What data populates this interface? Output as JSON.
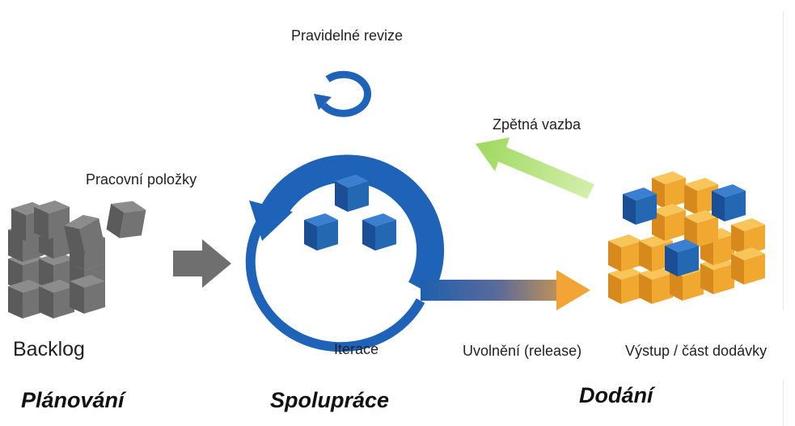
{
  "labels": {
    "reviews": "Pravidelné revize",
    "work_items": "Pracovní položky",
    "feedback": "Zpětná vazba",
    "backlog": "Backlog",
    "iteration": "Iterace",
    "release": "Uvolnění (release)",
    "output": "Výstup /  část dodávky"
  },
  "phases": {
    "planning": "Plánování",
    "collaboration": "Spolupráce",
    "delivery": "Dodání"
  },
  "colors": {
    "cycle_blue": "#1f63b8",
    "cube_blue": "#2468b4",
    "cube_grey": "#6e6e6e",
    "cube_orange": "#f0a830",
    "feedback_green": "#a8dc6a",
    "release_orange": "#f2a536"
  }
}
